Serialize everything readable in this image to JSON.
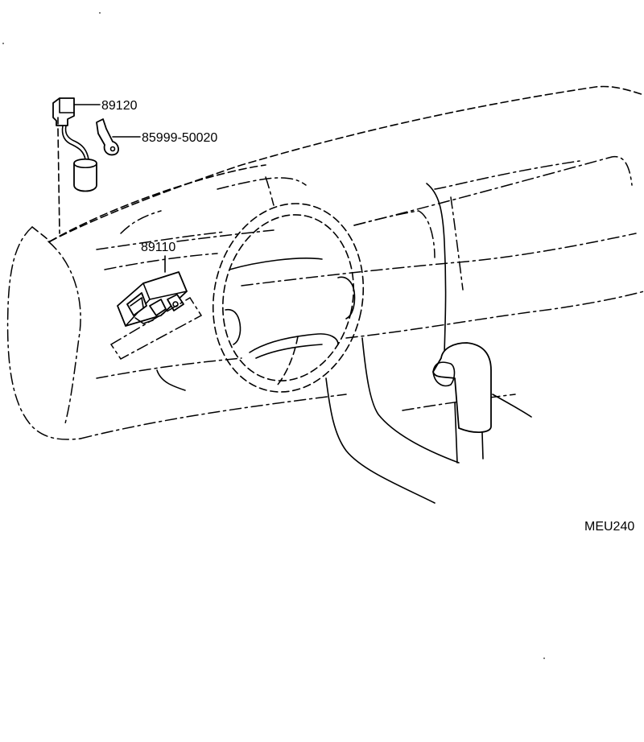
{
  "labels": {
    "part_89120": "89120",
    "part_85999": "85999-50020",
    "part_89110": "89110",
    "figure_code": "MEU240"
  }
}
